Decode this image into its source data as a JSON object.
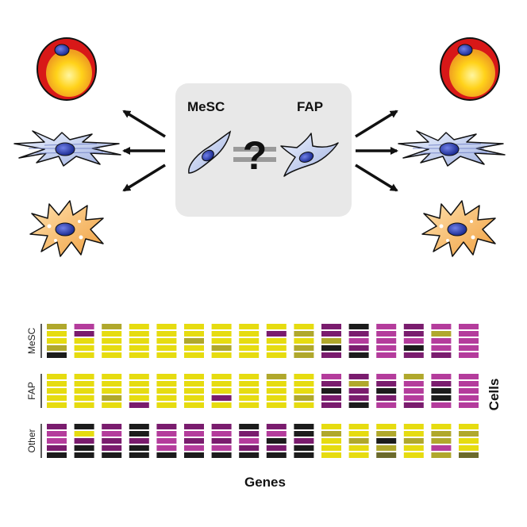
{
  "center_box": {
    "left_label": "MeSC",
    "right_label": "FAP",
    "question_mark": "?",
    "comparison_symbol": "not-equal",
    "background_color": "#e8e8e8"
  },
  "illustrations": {
    "left_cells": [
      "adipocyte-icon",
      "myofibroblast-icon",
      "osteocyte-icon"
    ],
    "right_cells": [
      "adipocyte-icon",
      "myofibroblast-icon",
      "osteocyte-icon"
    ],
    "center_cells": [
      "mesc-cell-icon",
      "fap-cell-icon"
    ],
    "arrow_icon": "arrow-icon"
  },
  "heatmap": {
    "x_label": "Genes",
    "y_label": "Cells",
    "row_groups": [
      "MeSC",
      "FAP",
      "Other"
    ],
    "gene_columns": 16,
    "cells_per_group": 5,
    "palette": {
      "Y": "#e6dc10",
      "O": "#b0a82c",
      "D": "#6b6a2c",
      "P": "#b43c9c",
      "M": "#7a1c6e",
      "K": "#1c1c1c"
    },
    "groups": [
      [
        "OPOYYYYYYYMKPMPP",
        "YMYYYYYYMOMMPMOP",
        "YYYYYOYYYYOPPPPP",
        "OYYYYYOYYOKMPKPP",
        "KYYYYYYYYOMKPMMP"
      ],
      [
        "YYYYYYYYOYPMPOPP",
        "YYYYYYYYYYMOMPMP",
        "YYYYYYYYYYKMKPKP",
        "YYOYYYMYYOMMMPKP",
        "YYYMYYYYYYMKPMPP"
      ],
      [
        "MKMKMMMKMKYYYYYY",
        "PYPKPPPMPKOYOYOO",
        "PMMMPMMPKMYOKOOY",
        "MKMKPPPMMKYYOYPY",
        "KKKKKKKKKKYYDYOD"
      ]
    ]
  }
}
